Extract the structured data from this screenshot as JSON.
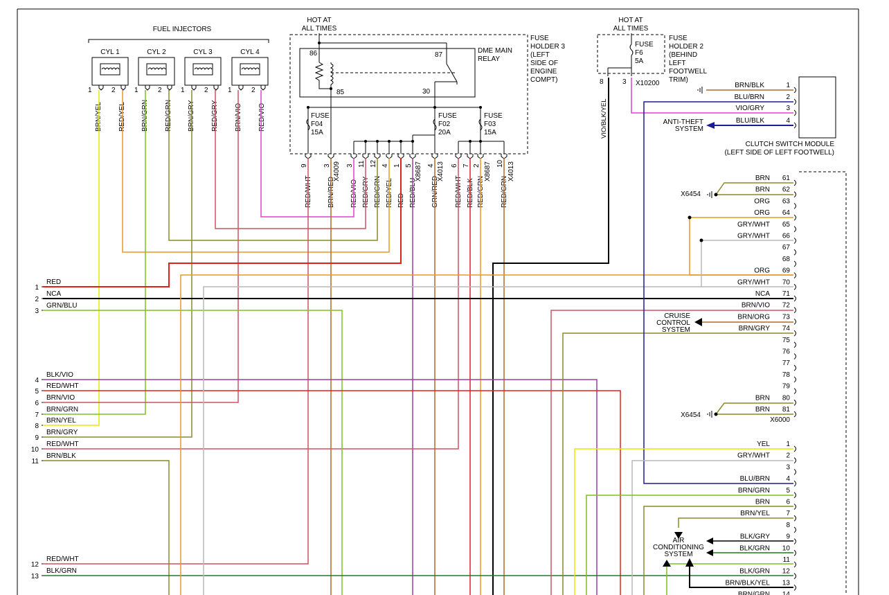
{
  "fuel_injectors": {
    "title": "FUEL INJECTORS",
    "cylinders": [
      {
        "name": "CYL 1",
        "pin1": "1",
        "pin2": "2",
        "w1": "BRN/YEL",
        "w2": "RED/YEL"
      },
      {
        "name": "CYL 2",
        "pin1": "1",
        "pin2": "2",
        "w1": "BRN/GRN",
        "w2": "RED/GRN"
      },
      {
        "name": "CYL 3",
        "pin1": "1",
        "pin2": "2",
        "w1": "BRN/GRY",
        "w2": "RED/GRY"
      },
      {
        "name": "CYL 4",
        "pin1": "1",
        "pin2": "2",
        "w1": "BRN/VIO",
        "w2": "RED/VIO"
      }
    ]
  },
  "hot1": "HOT AT ALL TIMES",
  "hot2": "HOT AT ALL TIMES",
  "fuse_holder3": {
    "label": "FUSE HOLDER 3 (LEFT SIDE OF ENGINE COMPT)",
    "relay": "DME MAIN RELAY",
    "p86": "86",
    "p85": "85",
    "p87": "87",
    "p30": "30",
    "f04": "FUSE F04 15A",
    "f02": "FUSE F02 20A",
    "f03": "FUSE F03 15A"
  },
  "fuse_holder2": {
    "label": "FUSE HOLDER 2 (BEHIND LEFT FOOTWELL TRIM)",
    "fuse": "FUSE F6 5A",
    "pin8": "8",
    "pin3": "3",
    "conn": "X10200",
    "wire": "VIO/BLK/YEL"
  },
  "relay_bottom": [
    {
      "pin": "9",
      "wire": "RED/WHT"
    },
    {
      "pin": "3",
      "wire": "BRN/RED"
    },
    {
      "pin": "X4009",
      "wire": ""
    },
    {
      "pin": "3",
      "wire": "RED/VIO"
    },
    {
      "pin": "11",
      "wire": "RED/GRY"
    },
    {
      "pin": "12",
      "wire": "RED/GRN"
    },
    {
      "pin": "4",
      "wire": "RED/YEL"
    },
    {
      "pin": "1",
      "wire": "RED"
    },
    {
      "pin": "5",
      "wire": "RED/BLU"
    },
    {
      "pin": "X8687",
      "wire": ""
    },
    {
      "pin": "4",
      "wire": "GRN/RED"
    },
    {
      "pin": "X4013",
      "wire": ""
    },
    {
      "pin": "6",
      "wire": "RED/WHT"
    },
    {
      "pin": "7",
      "wire": "RED/BLK"
    },
    {
      "pin": "2",
      "wire": "RED/GRN"
    },
    {
      "pin": "X8687",
      "wire": ""
    },
    {
      "pin": "10",
      "wire": "RED/GRN"
    },
    {
      "pin": "X4013",
      "wire": ""
    }
  ],
  "clutch": {
    "label": "CLUTCH SWITCH MODULE (LEFT SIDE OF LEFT FOOTWELL)",
    "antitheft": "ANTI-THEFT SYSTEM",
    "pins": [
      {
        "n": "1",
        "w": "BRN/BLK"
      },
      {
        "n": "2",
        "w": "BLU/BRN"
      },
      {
        "n": "3",
        "w": "VIO/GRY"
      },
      {
        "n": "4",
        "w": "BLU/BLK"
      }
    ]
  },
  "x6000": {
    "label": "X6000",
    "ground": "X6454",
    "cruise": "CRUISE CONTROL SYSTEM",
    "pins": [
      {
        "n": "61",
        "w": "BRN"
      },
      {
        "n": "62",
        "w": "BRN"
      },
      {
        "n": "63",
        "w": "ORG"
      },
      {
        "n": "64",
        "w": "ORG"
      },
      {
        "n": "65",
        "w": "GRY/WHT"
      },
      {
        "n": "66",
        "w": "GRY/WHT"
      },
      {
        "n": "67",
        "w": ""
      },
      {
        "n": "68",
        "w": ""
      },
      {
        "n": "69",
        "w": "ORG"
      },
      {
        "n": "70",
        "w": "GRY/WHT"
      },
      {
        "n": "71",
        "w": "NCA"
      },
      {
        "n": "72",
        "w": "BRN/VIO"
      },
      {
        "n": "73",
        "w": "BRN/ORG"
      },
      {
        "n": "74",
        "w": "BRN/GRY"
      },
      {
        "n": "75",
        "w": ""
      },
      {
        "n": "76",
        "w": ""
      },
      {
        "n": "77",
        "w": ""
      },
      {
        "n": "78",
        "w": ""
      },
      {
        "n": "79",
        "w": ""
      },
      {
        "n": "80",
        "w": "BRN"
      },
      {
        "n": "81",
        "w": "BRN"
      }
    ]
  },
  "lower_conn": {
    "aircon": "AIR CONDITIONING SYSTEM",
    "pins": [
      {
        "n": "1",
        "w": "YEL"
      },
      {
        "n": "2",
        "w": "GRY/WHT"
      },
      {
        "n": "3",
        "w": ""
      },
      {
        "n": "4",
        "w": "BLU/BRN"
      },
      {
        "n": "5",
        "w": "BRN/GRN"
      },
      {
        "n": "6",
        "w": "BRN"
      },
      {
        "n": "7",
        "w": "BRN/YEL"
      },
      {
        "n": "8",
        "w": ""
      },
      {
        "n": "9",
        "w": "BLK/GRY"
      },
      {
        "n": "10",
        "w": "BLK/GRN"
      },
      {
        "n": "11",
        "w": ""
      },
      {
        "n": "12",
        "w": "BLK/GRN"
      },
      {
        "n": "13",
        "w": "BRN/BLK/YEL"
      },
      {
        "n": "14",
        "w": "BRN/GRN"
      }
    ]
  },
  "left_pins": [
    {
      "n": "1",
      "w": "RED"
    },
    {
      "n": "2",
      "w": "NCA"
    },
    {
      "n": "3",
      "w": "GRN/BLU"
    },
    {
      "n": "4",
      "w": "BLK/VIO"
    },
    {
      "n": "5",
      "w": "RED/WHT"
    },
    {
      "n": "6",
      "w": "BRN/VIO"
    },
    {
      "n": "7",
      "w": "BRN/GRN"
    },
    {
      "n": "8",
      "w": "BRN/YEL"
    },
    {
      "n": "9",
      "w": "BRN/GRY"
    },
    {
      "n": "10",
      "w": "RED/WHT"
    },
    {
      "n": "11",
      "w": "BRN/BLK"
    },
    {
      "n": "12",
      "w": "RED/WHT"
    },
    {
      "n": "13",
      "w": "BLK/GRN"
    }
  ],
  "colors": {
    "red": "#e0201c",
    "yellow": "#e8e800",
    "green": "#7cc21d",
    "brown": "#b06a2a",
    "orange": "#e89a20",
    "violet": "#9b3ea0",
    "magenta": "#e040d0",
    "gray": "#b8b8b8",
    "black": "#000000",
    "blue": "#1a1a9a",
    "olive": "#8a8a2a",
    "darkgreen": "#1f7a1f",
    "pink": "#d05060"
  }
}
